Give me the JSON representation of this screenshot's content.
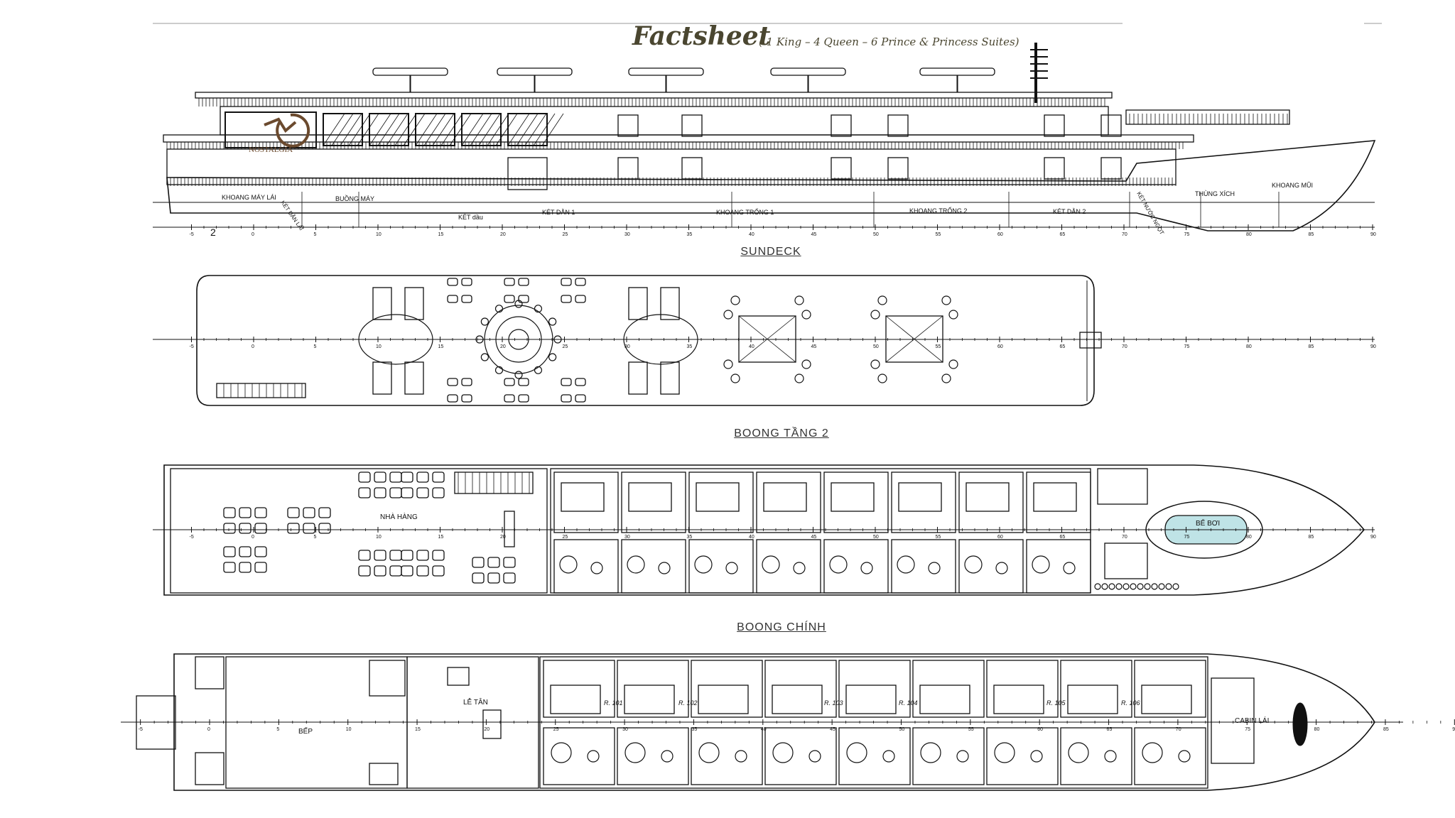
{
  "header": {
    "title": "Factsheet",
    "subtitle": "( 1 King – 4 Queen – 6 Prince & Princess Suites)"
  },
  "logo": {
    "text": "NOSTALGIA",
    "color": "#6b4a2e"
  },
  "profile": {
    "labels": [
      "KHOANG MÁY LÁI",
      "KÉT DẰN LÁI",
      "BUỒNG MÁY",
      "KÉT dầu",
      "KÉT DẰN 1",
      "KHOANG TRỐNG 1",
      "KHOANG TRỐNG 2",
      "KÉT DẰN 2",
      "KÉT NƯỚC NGỌT",
      "THÙNG XÍCH",
      "KHOANG MŨI"
    ],
    "callout": "2"
  },
  "axis_ticks": [
    "-5",
    "0",
    "5",
    "10",
    "15",
    "20",
    "25",
    "30",
    "35",
    "40",
    "45",
    "50",
    "55",
    "60",
    "65",
    "70",
    "75",
    "80",
    "85",
    "90"
  ],
  "sections": {
    "sundeck": "SUNDECK",
    "deck2": "BOONG TẦNG 2",
    "main": "BOONG CHÍNH"
  },
  "deck2": {
    "restaurant": "NHÀ HÀNG",
    "pool": "BỂ BƠI"
  },
  "main_deck": {
    "kitchen": "BẾP",
    "reception": "LỄ TÂN",
    "cabin": "CABIN LÁI",
    "rooms": [
      "R. 101",
      "R. 102",
      "R. 103",
      "R. 104",
      "R. 105",
      "R. 106"
    ]
  },
  "colors": {
    "line": "#111111",
    "title": "#4a4630",
    "pool": "#bfe3e6"
  }
}
